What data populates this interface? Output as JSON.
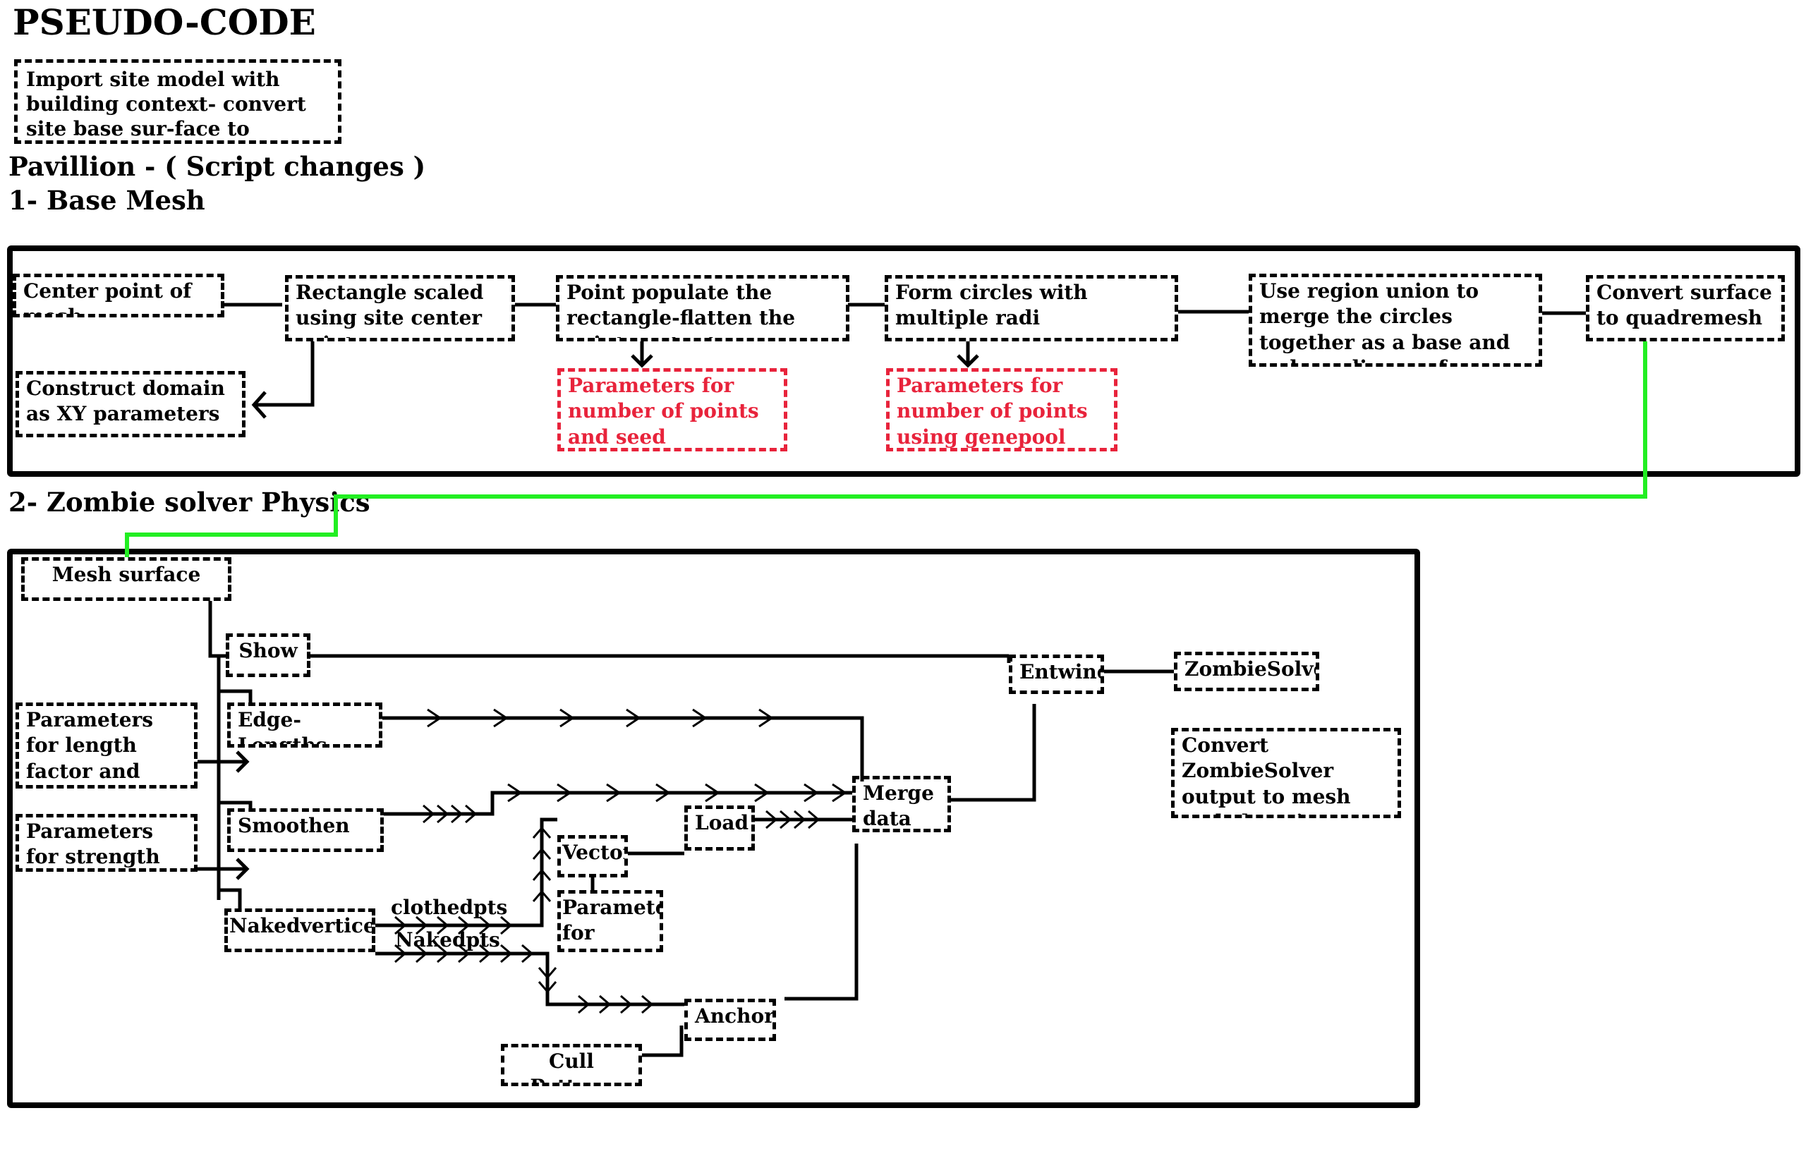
{
  "title": "PSEUDO-CODE",
  "intro_box": "Import site model with building context- convert site base sur-face to Quadremesh",
  "section_pavillion": "Pavillion - ( Script changes )",
  "section_base_mesh": "1- Base Mesh",
  "section_zombie": "2- Zombie solver Physics",
  "colors": {
    "ink": "#000000",
    "accent_red": "#e8233b",
    "link_green": "#22ee22"
  },
  "base_mesh_nodes": {
    "center_point": "Center point of mesh",
    "rectangle": "Rectangle scaled using site center point",
    "construct_domain": "Construct domain as XY parameters",
    "point_populate": "Point populate the rectangle-flatten the points output",
    "params_seed": "Parameters for number of points and seed generation",
    "form_circles": "Form circles with multiple radi",
    "params_genepool": "Parameters for number of points using genepool",
    "region_union": "Use region union to merge the circles together as a base and as bounding surface",
    "convert_surface": "Convert surface to quadremesh"
  },
  "zombie_nodes": {
    "mesh_surface": "Mesh surface",
    "show": "Show",
    "entwine": "Entwine",
    "zombie_solver": "ZombieSolver",
    "convert_output": "Convert ZombieSolver output to mesh and clean it",
    "params_length": "Parameters for length factor and strength",
    "edge_lengths": "Edge-Lengths",
    "params_strength": "Parameters for strength",
    "smoothen": "Smoothen",
    "merge_data": "Merge data",
    "load": "Load",
    "vector": "Vector",
    "params_weight": "Parameter for weight",
    "naked_vertices": "Nakedvertices",
    "clothedpts": "clothedpts",
    "nakedpts": "Nakedpts",
    "anchor": "Anchor",
    "cull_pattern": "Cull Pattern"
  }
}
